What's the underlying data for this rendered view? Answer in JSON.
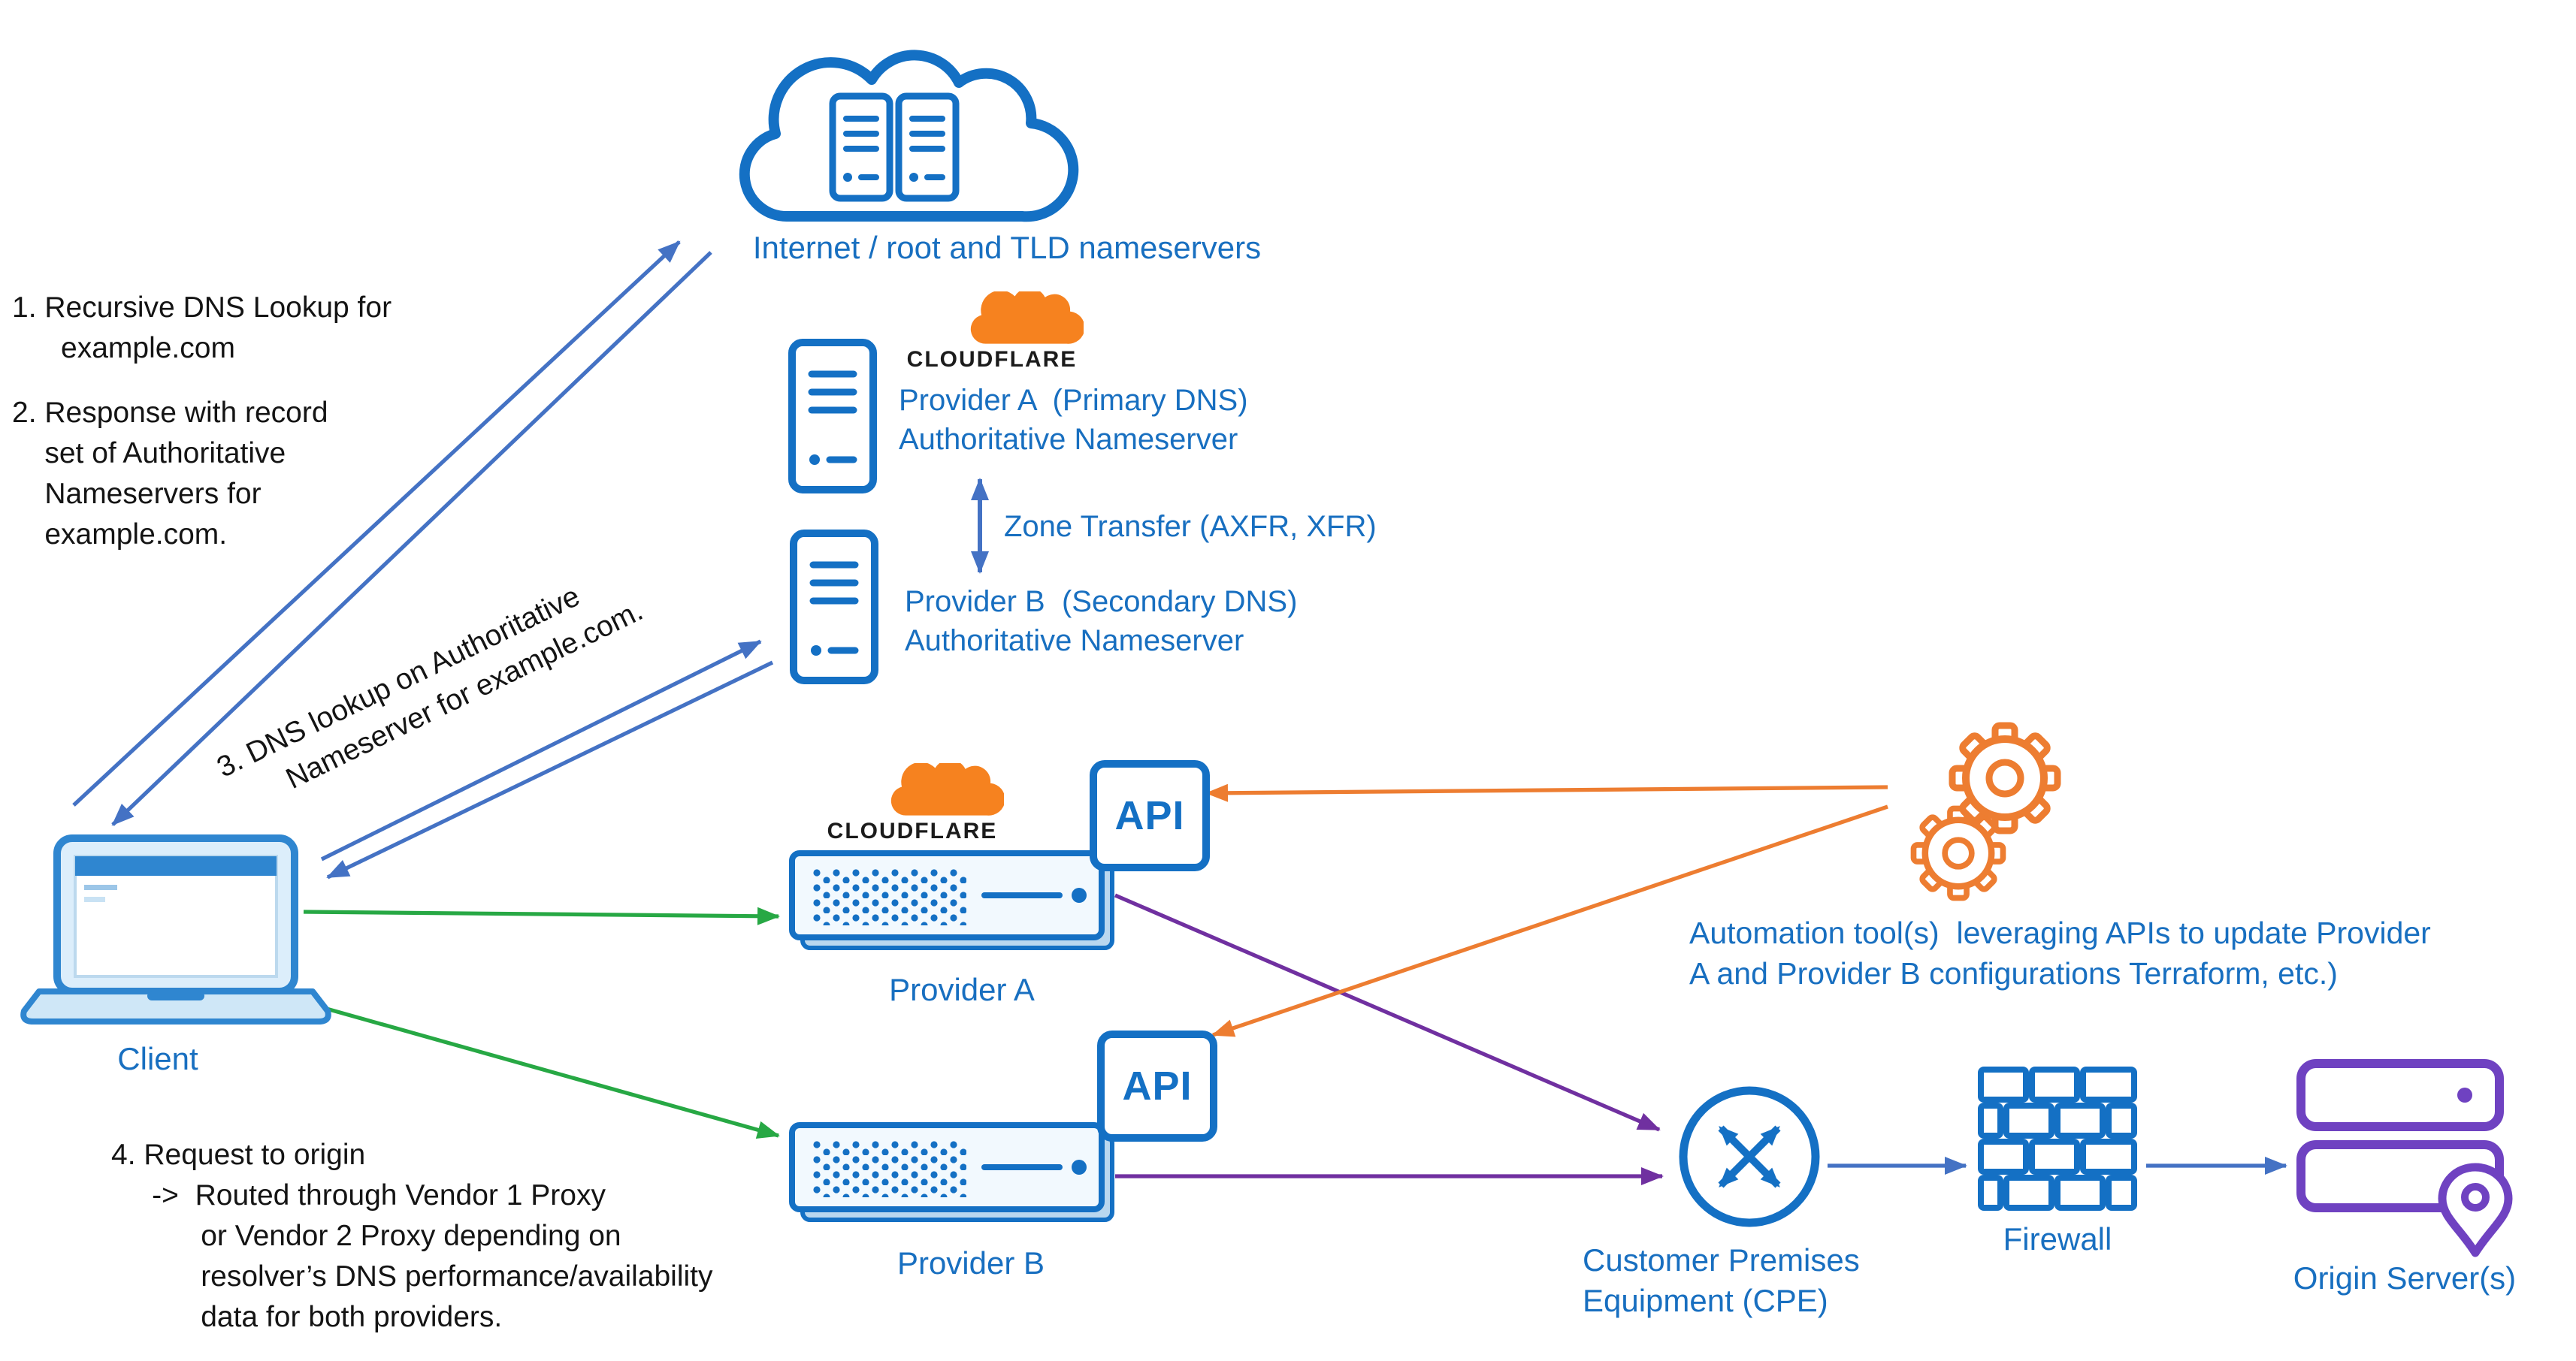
{
  "colors": {
    "diagram_blue": "#4472C4",
    "icon_blue": "#1470C4",
    "text_blue": "#186FC0",
    "green": "#27A844",
    "purple_arrow": "#7030A0",
    "purple_icon": "#6F42C1",
    "orange": "#ED7D31",
    "cloudflare_orange": "#F6821F",
    "black": "#141414"
  },
  "icons": {
    "internet": "cloud-servers-icon",
    "client": "laptop-icon",
    "nameserver": "server-tower-icon",
    "proxy": "proxy-appliance-icon",
    "api": "api-box",
    "automation": "gears-icon",
    "cpe": "router-circle-icon",
    "firewall": "brick-wall-icon",
    "origin": "stacked-servers-location-pin-icon",
    "cloudflare": "orange-cloud-logo"
  },
  "nodes": {
    "internet": {
      "label": "Internet / root and TLD nameservers"
    },
    "client": {
      "label": "Client"
    },
    "provider_a_ns": {
      "label": "Provider A  (Primary DNS)\nAuthoritative Nameserver"
    },
    "provider_b_ns": {
      "label": "Provider B  (Secondary DNS)\nAuthoritative Nameserver"
    },
    "provider_a_proxy": {
      "label": "Provider A"
    },
    "provider_b_proxy": {
      "label": "Provider B"
    },
    "api": {
      "label": "API"
    },
    "cloudflare": {
      "wordmark": "CLOUDFLARE"
    },
    "cpe": {
      "label": "Customer Premises\nEquipment (CPE)"
    },
    "firewall": {
      "label": "Firewall"
    },
    "origin": {
      "label": "Origin Server(s)"
    }
  },
  "annotations": {
    "step1": "1. Recursive DNS Lookup for\n      example.com",
    "step2": "2. Response with record\n    set of Authoritative\n    Nameservers for\n    example.com.",
    "step3": "3. DNS lookup on Authoritative\n       Nameserver for example.com.",
    "step4": "4. Request to origin\n     ->  Routed through Vendor 1 Proxy\n           or Vendor 2 Proxy depending on\n           resolver’s DNS performance/availability\n           data for both providers.",
    "zone_transfer": "Zone Transfer (AXFR, XFR)",
    "automation": "Automation tool(s)  leveraging APIs to update Provider\nA and Provider B configurations Terraform, etc.)"
  }
}
